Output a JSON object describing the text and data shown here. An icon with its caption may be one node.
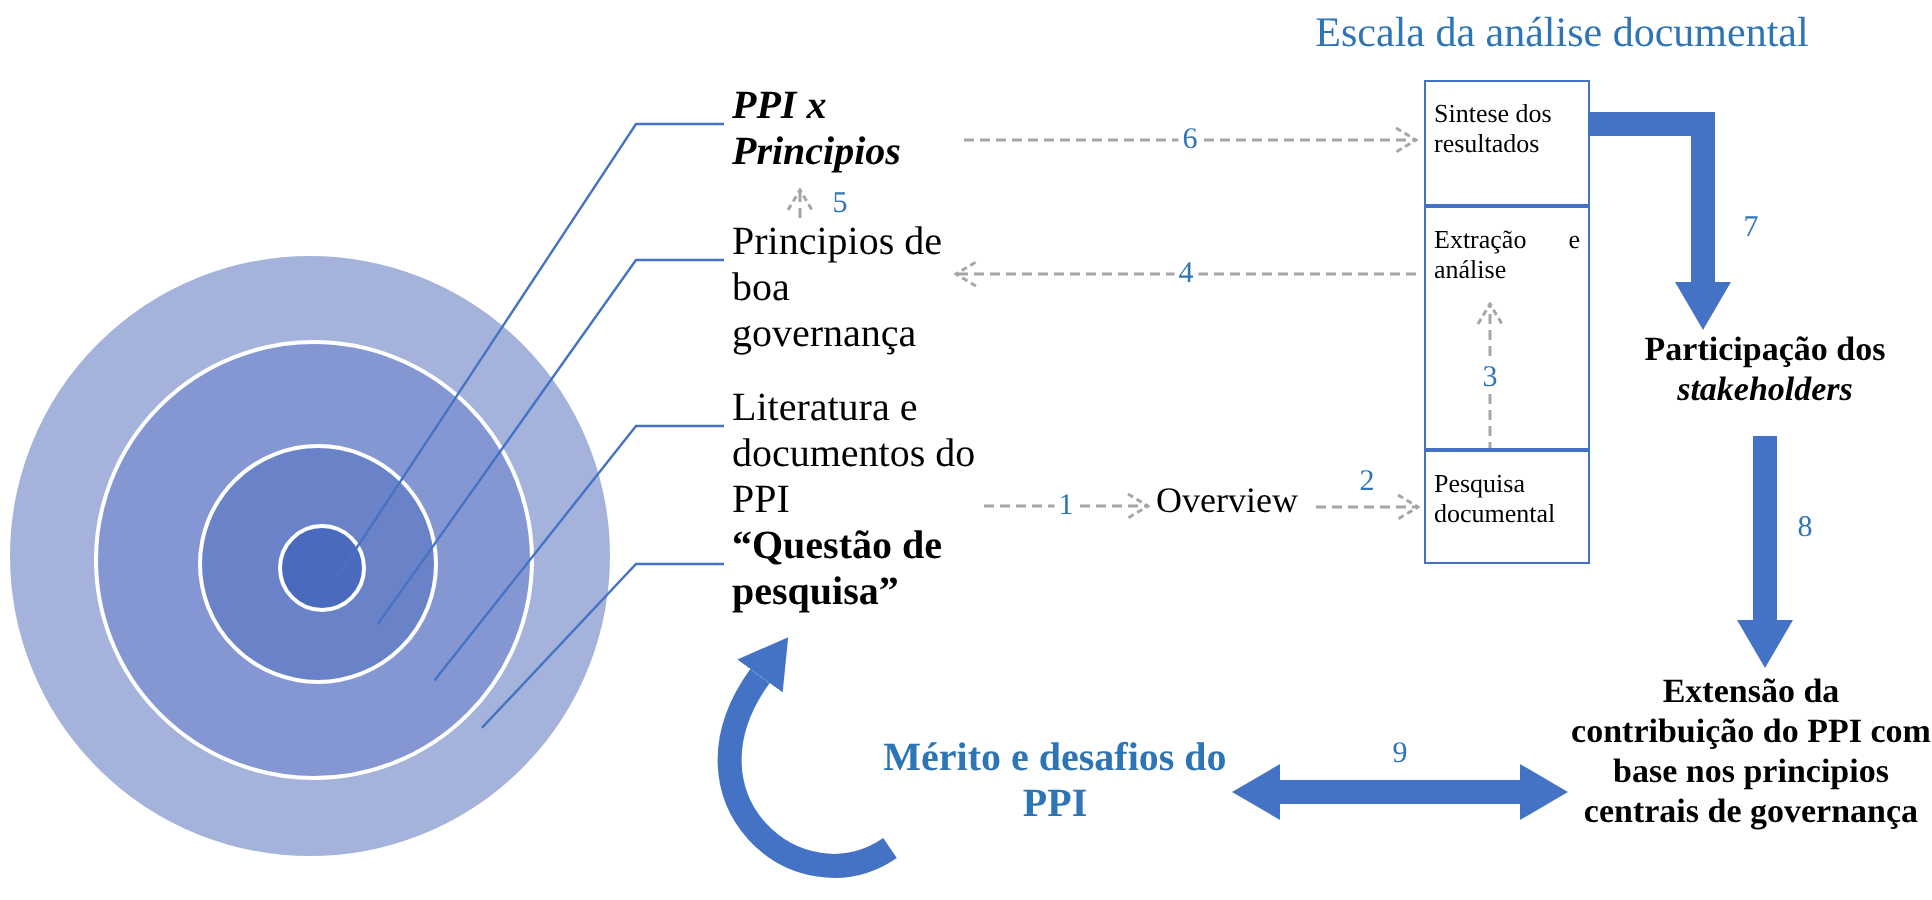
{
  "diagram": {
    "nodes": [
      {
        "text": [],
        "shape": "circle"
      },
      {
        "text": [],
        "shape": "circle",
        "in": 0
      },
      {
        "text": [],
        "shape": "circle",
        "in": 1
      },
      {
        "text": [],
        "shape": "circle",
        "in": 2
      },
      {
        "text": [
          "PPI x Principios"
        ]
      },
      {
        "text": [
          "Principios de boa governança"
        ]
      },
      {
        "text": [
          "Literatura e documentos do PPI"
        ]
      },
      {
        "text": [
          "“Questão de pesquisa”"
        ]
      },
      {
        "text": [
          "Overview"
        ]
      },
      {
        "text": [
          "Escala da análise documental"
        ]
      },
      {
        "text": [
          "Sintese dos resultados"
        ],
        "in": 9
      },
      {
        "text": [
          "Extração e análise"
        ],
        "in": 9
      },
      {
        "text": [
          "Pesquisa documental"
        ],
        "in": 9
      },
      {
        "text": [
          "Participação dos *stakeholders*"
        ]
      },
      {
        "text": [
          "Extensão da contribuição do PPI com base nos principios centrais de governança"
        ]
      },
      {
        "text": [
          "Mérito e desafios do PPI"
        ]
      }
    ],
    "edges": [
      {
        "from": 4,
        "to": 3,
        "arrow": "none"
      },
      {
        "from": 5,
        "to": 2,
        "arrow": "none"
      },
      {
        "from": 6,
        "to": 1,
        "arrow": "none"
      },
      {
        "from": 7,
        "to": 0,
        "arrow": "none"
      },
      {
        "from": 6,
        "to": 8,
        "arrow": "to",
        "label": "1",
        "style": "dashed",
        "color": "#a6a6a6"
      },
      {
        "from": 8,
        "to": 12,
        "arrow": "to",
        "label": "2",
        "style": "dashed",
        "color": "#a6a6a6"
      },
      {
        "from": 12,
        "to": 11,
        "arrow": "to",
        "label": "3",
        "style": "dashed",
        "color": "#a6a6a6"
      },
      {
        "from": 11,
        "to": 5,
        "arrow": "to",
        "label": "4",
        "style": "dashed",
        "color": "#a6a6a6"
      },
      {
        "from": 5,
        "to": 4,
        "arrow": "to",
        "label": "5",
        "style": "dashed",
        "color": "#a6a6a6"
      },
      {
        "from": 4,
        "to": 10,
        "arrow": "to",
        "label": "6",
        "style": "dashed",
        "color": "#a6a6a6"
      },
      {
        "from": 10,
        "to": 13,
        "arrow": "to",
        "label": "7",
        "style": "thick"
      },
      {
        "from": 13,
        "to": 14,
        "arrow": "to",
        "label": "8",
        "style": "thick"
      },
      {
        "from": 15,
        "to": 14,
        "arrow": "both",
        "label": "9",
        "style": "thick"
      },
      {
        "from": 15,
        "to": 7,
        "arrow": "to",
        "style": "thick"
      }
    ]
  }
}
